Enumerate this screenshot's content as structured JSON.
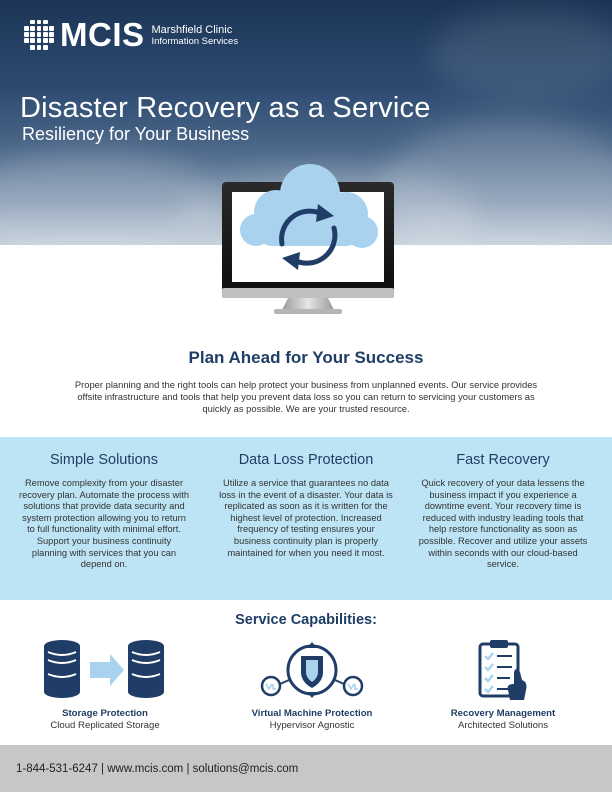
{
  "header": {
    "logo_text": "MCIS",
    "logo_sub_line1": "Marshfield Clinic",
    "logo_sub_line2": "Information Services",
    "title": "Disaster Recovery as a Service",
    "subtitle": "Resiliency for Your Business"
  },
  "plan": {
    "title": "Plan Ahead for Your Success",
    "text": "Proper planning and the right tools can help protect your business from unplanned events. Our service provides offsite infrastructure and tools that help you prevent data loss so you can return to servicing your customers as quickly as possible. We are your trusted resource."
  },
  "features": [
    {
      "title": "Simple Solutions",
      "text": "Remove complexity from your disaster recovery plan. Automate the process with solutions that provide data security and system protection allowing you to return to full functionality with minimal effort. Support your business continuity planning with services that you can depend on."
    },
    {
      "title": "Data Loss Protection",
      "text": "Utilize a service that guarantees no data loss in the event of a disaster. Your data is replicated as soon as it is written for the highest level of protection. Increased frequency of testing ensures your business continuity plan is properly maintained for when you need it most."
    },
    {
      "title": "Fast Recovery",
      "text": "Quick recovery of your data lessens the business impact if you experience a downtime event. Your recovery time is reduced with industry leading tools that help restore functionality as soon as possible. Recover and utilize your assets within seconds with our cloud-based service."
    }
  ],
  "capabilities": {
    "title": "Service Capabilities:",
    "items": [
      {
        "name": "Storage Protection",
        "desc": "Cloud Replicated Storage",
        "icon": "database-replicate-icon"
      },
      {
        "name": "Virtual Machine Protection",
        "desc": "Hypervisor Agnostic",
        "icon": "vm-shield-icon"
      },
      {
        "name": "Recovery Management",
        "desc": "Architected Solutions",
        "icon": "clipboard-checklist-icon"
      }
    ]
  },
  "footer": {
    "contact": "1-844-531-6247 | www.mcis.com | solutions@mcis.com"
  },
  "colors": {
    "navy": "#1f3d66",
    "light_blue_band": "#bde4f4",
    "footer_gray": "#c7c7c9",
    "cloud_blue": "#a9d2ef"
  }
}
